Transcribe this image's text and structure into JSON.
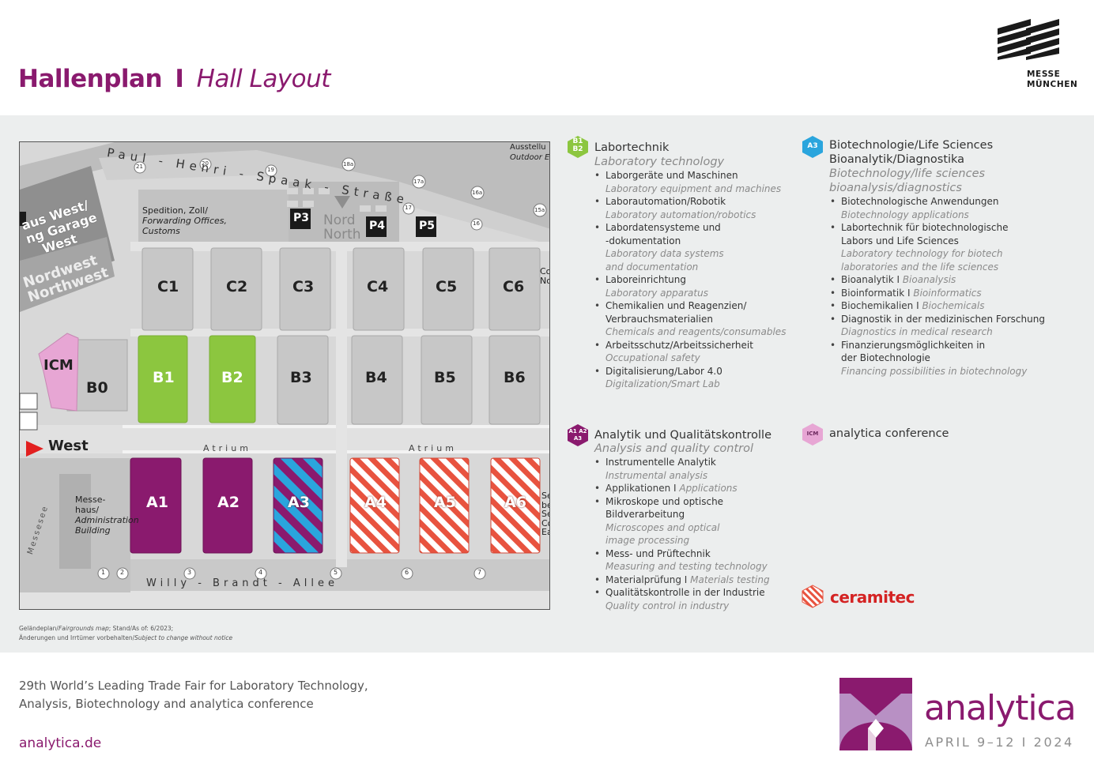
{
  "header": {
    "title_de": "Hallenplan",
    "title_sep": "I",
    "title_en": "Hall Layout",
    "brand_line1": "MESSE",
    "brand_line2": "MÜNCHEN"
  },
  "map": {
    "streets": {
      "top": "Paul - Henri - Spaak - Straße",
      "bottom": "Willy - Brandt - Allee",
      "side": "Messesee"
    },
    "atrium_left": "Atrium",
    "atrium_right": "Atrium",
    "parking": [
      "P3",
      "P4",
      "P5"
    ],
    "north_de": "Nord",
    "north_en": "North",
    "west_label": "West",
    "icm_label": "ICM",
    "spedition_1": "Spedition, Zoll/",
    "spedition_2": "Forwarding Offices,",
    "spedition_3": "Customs",
    "garage_1": "aus West/",
    "garage_2": "ng Garage",
    "garage_3": "West",
    "northwest_1": "Nordwest",
    "northwest_2": "Northwest",
    "messehaus_1": "Messe-",
    "messehaus_2": "haus/",
    "messehaus_3": "Administration",
    "messehaus_4": "Building",
    "top_right_1": "Ausstellu",
    "top_right_2": "Outdoor E",
    "right_c_1": "Co",
    "right_c_2": "No",
    "right_a_1": "Se",
    "right_a_2": "be",
    "right_a_3": "Se",
    "right_a_4": "Co",
    "right_a_5": "Ea",
    "halls_c": [
      "C1",
      "C2",
      "C3",
      "C4",
      "C5",
      "C6"
    ],
    "halls_b": [
      "B0",
      "B1",
      "B2",
      "B3",
      "B4",
      "B5",
      "B6"
    ],
    "halls_a": [
      "A1",
      "A2",
      "A3",
      "A4",
      "A5",
      "A6"
    ],
    "entrances_bottom": [
      "1",
      "2",
      "3",
      "4",
      "5",
      "6",
      "7"
    ],
    "entrances_top": [
      "21",
      "20",
      "19",
      "18a",
      "17a",
      "17",
      "16a",
      "16",
      "15a"
    ]
  },
  "footnote": {
    "line1_de": "Geländeplan/",
    "line1_en": "Fairgrounds map",
    "line1_rest": "; Stand/As of: 6/2023;",
    "line2_de": "Änderungen und Irrtümer vorbehalten/",
    "line2_en": "Subject to change without notice"
  },
  "legend": {
    "lab": {
      "badge": [
        "B1",
        "B2"
      ],
      "title": "Labortechnik",
      "title_en": "Laboratory technology",
      "items": [
        {
          "de": "Laborgeräte und Maschinen",
          "en": "Laboratory equipment and machines"
        },
        {
          "de": "Laborautomation/Robotik",
          "en": "Laboratory automation/robotics"
        },
        {
          "de": "Labordatensysteme und",
          "de2": "-dokumentation",
          "en": "Laboratory data systems",
          "en2": "and documentation"
        },
        {
          "de": "Laboreinrichtung",
          "en": "Laboratory apparatus"
        },
        {
          "de": "Chemikalien und Reagenzien/",
          "de2": "Verbrauchsmaterialien",
          "en": "Chemicals and reagents/consumables"
        },
        {
          "de": "Arbeitsschutz/Arbeitssicherheit",
          "en": "Occupational safety"
        },
        {
          "de": "Digitalisierung/Labor 4.0",
          "en": "Digitalization/Smart Lab"
        }
      ]
    },
    "bio": {
      "badge": "A3",
      "title": "Biotechnologie/Life Sciences",
      "title2": "Bioanalytik/Diagnostika",
      "title_en": "Biotechnology/life sciences",
      "title_en2": "bioanalysis/diagnostics",
      "items": [
        {
          "de": "Biotechnologische Anwendungen",
          "en": "Biotechnology applications"
        },
        {
          "de": "Labortechnik für biotechnologische",
          "de2": "Labors und Life Sciences",
          "en": "Laboratory technology for biotech",
          "en2": "laboratories and the life sciences"
        },
        {
          "de": "Bioanalytik I ",
          "en_inline": "Bioanalysis"
        },
        {
          "de": "Bioinformatik I ",
          "en_inline": "Bioinformatics"
        },
        {
          "de": "Biochemikalien I ",
          "en_inline": "Biochemicals"
        },
        {
          "de": "Diagnostik in der medizinischen Forschung",
          "en": "Diagnostics in medical research"
        },
        {
          "de": "Finanzierungsmöglichkeiten in",
          "de2": "der Biotechnologie",
          "en": "Financing possibilities in biotechnology"
        }
      ]
    },
    "analytic": {
      "badge": [
        "A1",
        "A2",
        "A3"
      ],
      "title": "Analytik und Qualitätskontrolle",
      "title_en": "Analysis and quality control",
      "items": [
        {
          "de": "Instrumentelle Analytik",
          "en": "Instrumental analysis"
        },
        {
          "de": "Applikationen I ",
          "en_inline": "Applications"
        },
        {
          "de": "Mikroskope und optische",
          "de2": "Bildverarbeitung",
          "en": "Microscopes and optical",
          "en2": "image processing"
        },
        {
          "de": "Mess- und Prüftechnik",
          "en": "Measuring and testing technology"
        },
        {
          "de": "Materialprüfung I ",
          "en_inline": "Materials testing"
        },
        {
          "de": "Qualitätskontrolle in der Industrie",
          "en": "Quality control in industry"
        }
      ]
    },
    "conference": {
      "badge": "ICM",
      "title": "analytica conference"
    },
    "ceramitec": {
      "name": "ceramitec"
    }
  },
  "footer": {
    "tagline_1": "29th World’s Leading Trade Fair for Laboratory Technology,",
    "tagline_2": "Analysis, Biotechnology and analytica conference",
    "url": "analytica.de",
    "brand": "analytica",
    "dates": "APRIL 9–12 I 2024"
  },
  "colors": {
    "brand_purple": "#8a1a6e",
    "lab_green": "#8cc63f",
    "bio_blue": "#2aa5dd",
    "ceramitec_red": "#e8533f",
    "icm_pink": "#e7a6d4",
    "hall_gray": "#c7c7c7"
  }
}
